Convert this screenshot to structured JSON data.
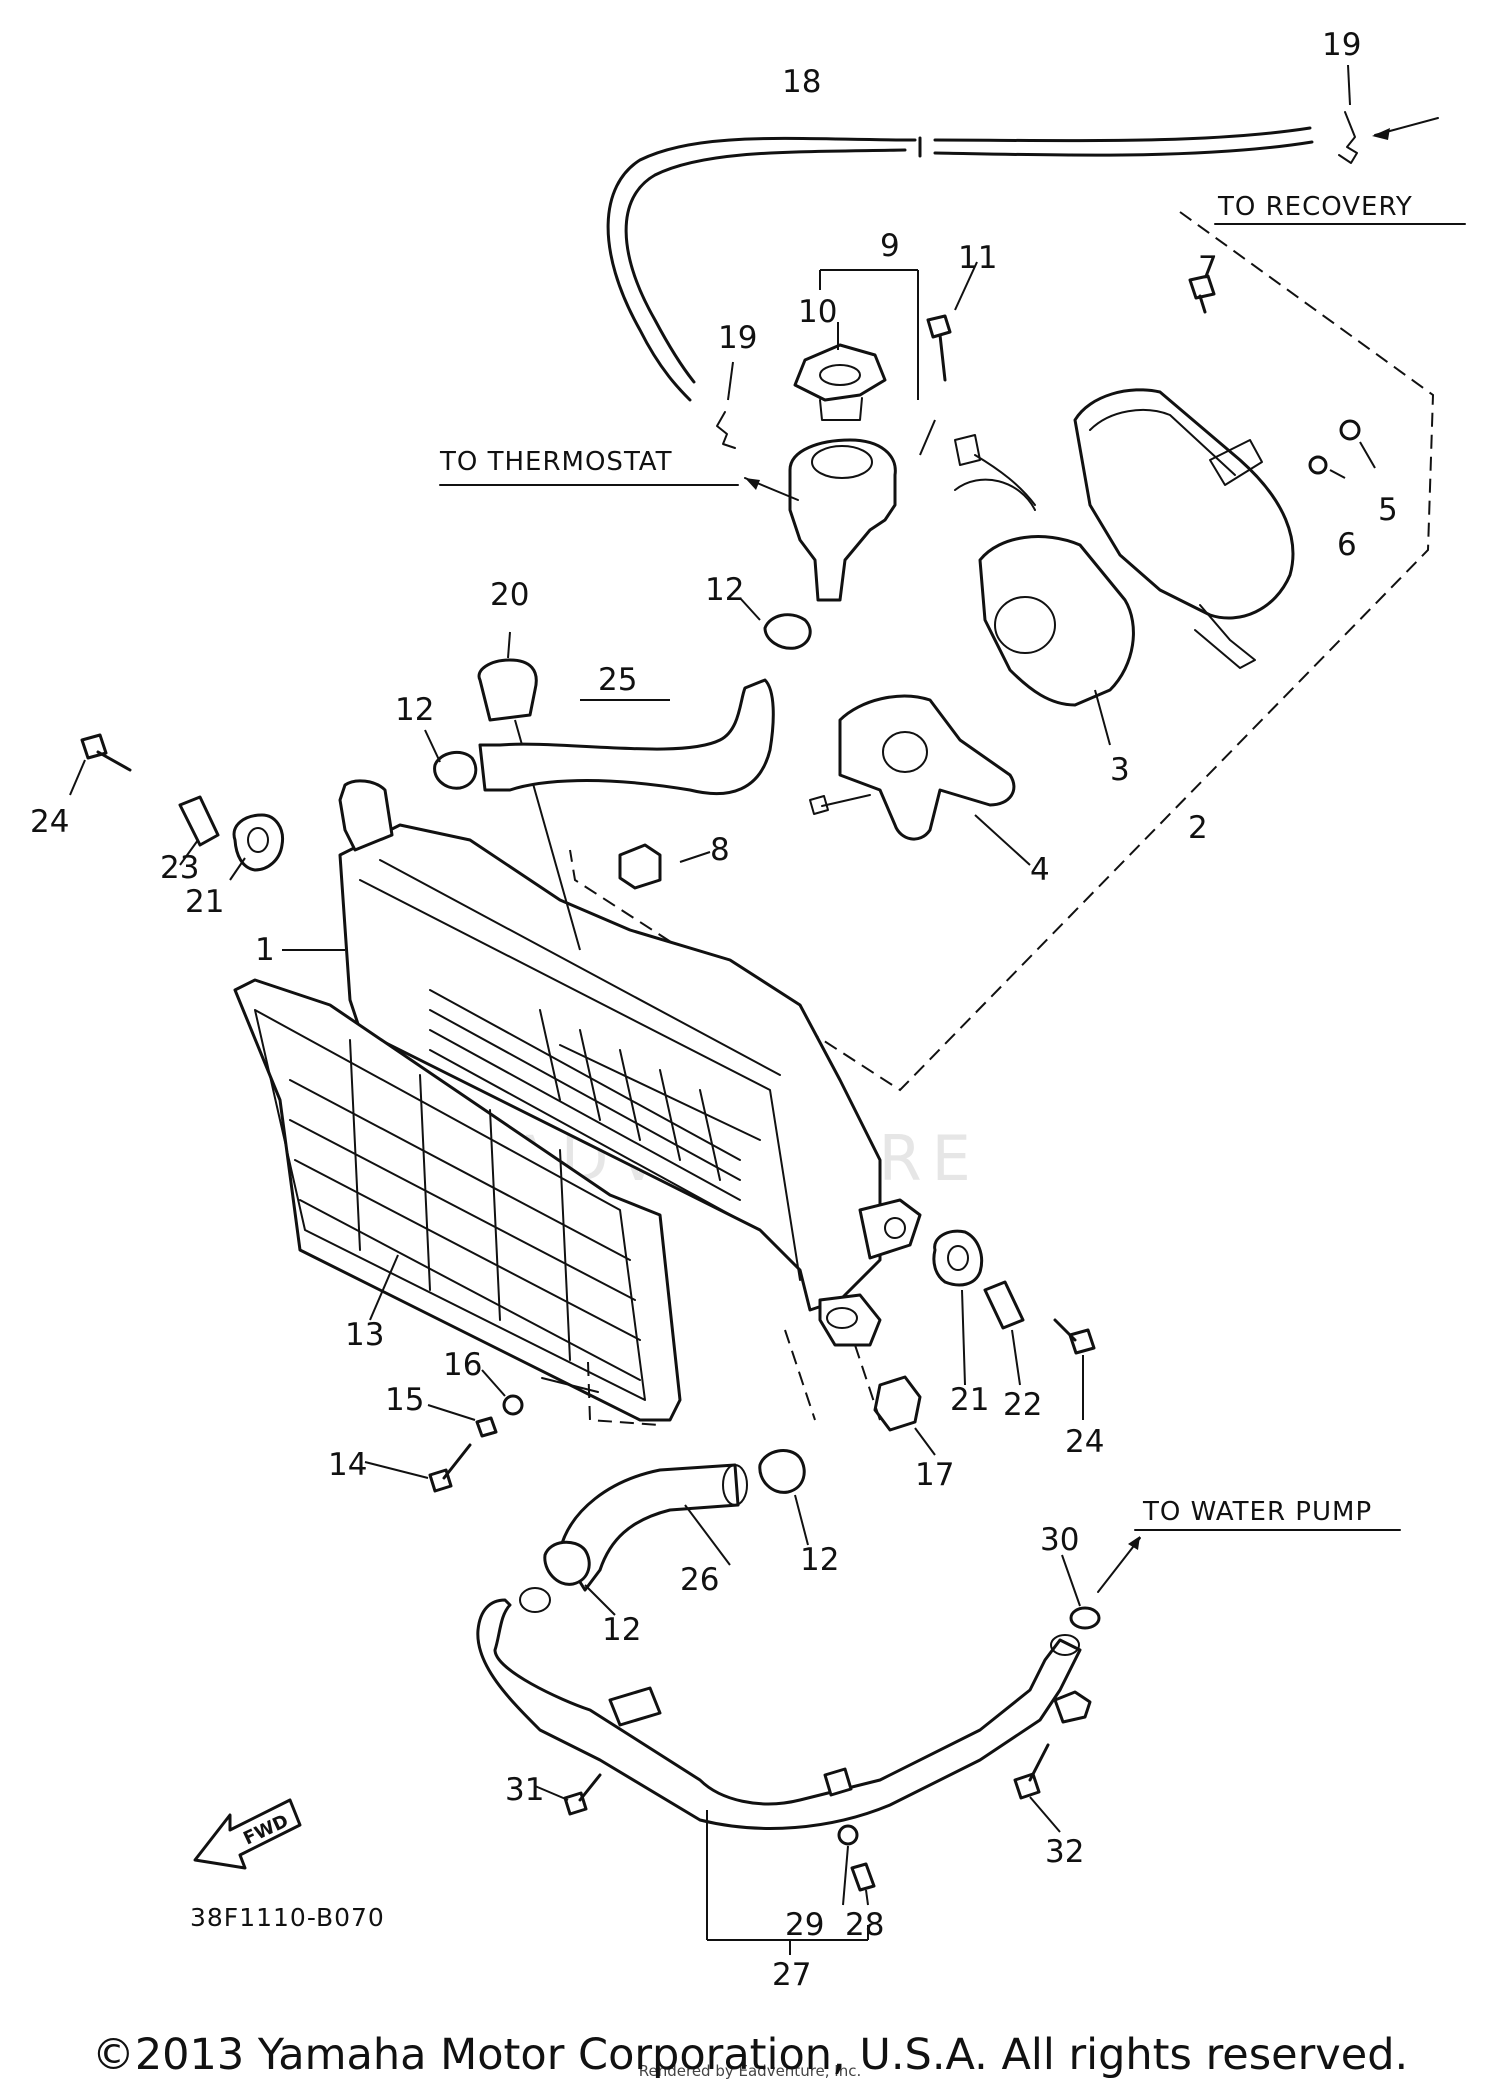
{
  "diagram": {
    "callouts": {
      "to_recovery": "TO RECOVERY",
      "to_thermostat": "TO THERMOSTAT",
      "to_water_pump": "TO WATER PUMP"
    },
    "fwd_label": "FWD",
    "part_code": "38F1110-B070",
    "labels": [
      {
        "id": "1",
        "text": "1"
      },
      {
        "id": "2",
        "text": "2"
      },
      {
        "id": "3",
        "text": "3"
      },
      {
        "id": "4",
        "text": "4"
      },
      {
        "id": "5",
        "text": "5"
      },
      {
        "id": "6",
        "text": "6"
      },
      {
        "id": "7",
        "text": "7"
      },
      {
        "id": "8",
        "text": "8"
      },
      {
        "id": "9",
        "text": "9"
      },
      {
        "id": "10",
        "text": "10"
      },
      {
        "id": "11",
        "text": "11"
      },
      {
        "id": "12a",
        "text": "12"
      },
      {
        "id": "12b",
        "text": "12"
      },
      {
        "id": "12c",
        "text": "12"
      },
      {
        "id": "12d",
        "text": "12"
      },
      {
        "id": "13",
        "text": "13"
      },
      {
        "id": "14",
        "text": "14"
      },
      {
        "id": "15",
        "text": "15"
      },
      {
        "id": "16",
        "text": "16"
      },
      {
        "id": "17",
        "text": "17"
      },
      {
        "id": "18",
        "text": "18"
      },
      {
        "id": "19a",
        "text": "19"
      },
      {
        "id": "19b",
        "text": "19"
      },
      {
        "id": "20",
        "text": "20"
      },
      {
        "id": "21a",
        "text": "21"
      },
      {
        "id": "21b",
        "text": "21"
      },
      {
        "id": "22",
        "text": "22"
      },
      {
        "id": "23",
        "text": "23"
      },
      {
        "id": "24a",
        "text": "24"
      },
      {
        "id": "24b",
        "text": "24"
      },
      {
        "id": "25",
        "text": "25"
      },
      {
        "id": "26",
        "text": "26"
      },
      {
        "id": "27",
        "text": "27"
      },
      {
        "id": "28",
        "text": "28"
      },
      {
        "id": "29",
        "text": "29"
      },
      {
        "id": "30",
        "text": "30"
      },
      {
        "id": "31",
        "text": "31"
      },
      {
        "id": "32",
        "text": "32"
      }
    ]
  },
  "watermark": "EADVENTURE",
  "footer": {
    "copyright": "©2013 Yamaha Motor Corporation, U.S.A. All rights reserved.",
    "rendered_by": "Rendered by Eadventure, Inc."
  }
}
